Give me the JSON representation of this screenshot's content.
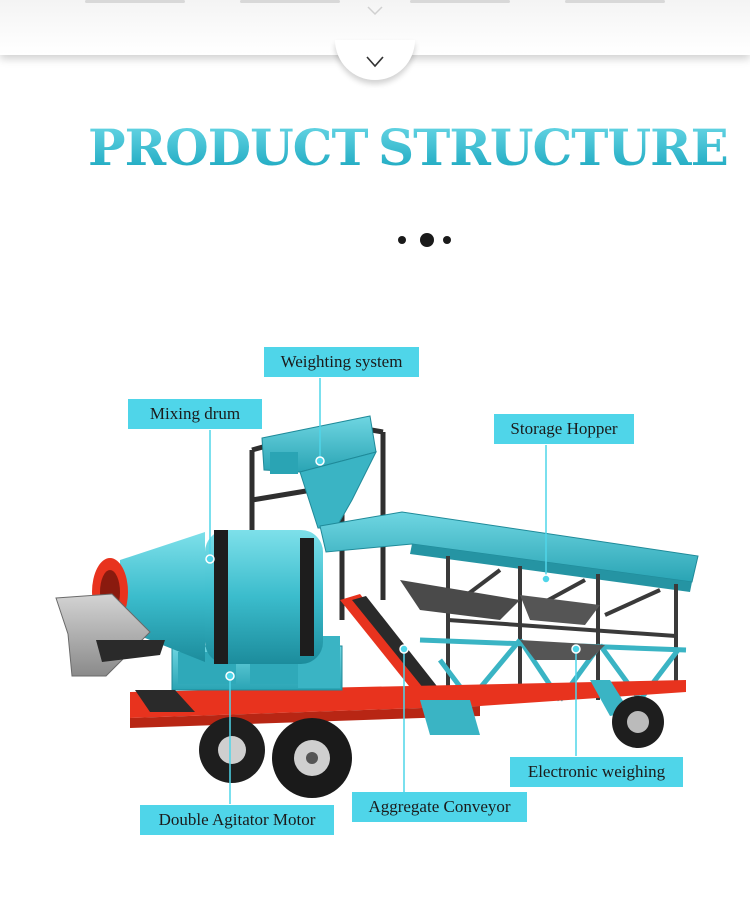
{
  "heading": {
    "word1": "PRODUCT",
    "word2": "STRUCTURE"
  },
  "labels": {
    "weighting_system": "Weighting system",
    "mixing_drum": "Mixing drum",
    "storage_hopper": "Storage Hopper",
    "electronic_weighing": "Electronic weighing",
    "aggregate_conveyor": "Aggregate Conveyor",
    "double_agitator_motor": "Double Agitator Motor"
  },
  "colors": {
    "accent": "#4fd5e9",
    "heading": "#2bb7cc",
    "machine_teal": "#3fbfcf",
    "frame_red": "#e8331e"
  },
  "icons": {
    "collapse": "chevron-down-icon",
    "pager": "dots-indicator"
  }
}
